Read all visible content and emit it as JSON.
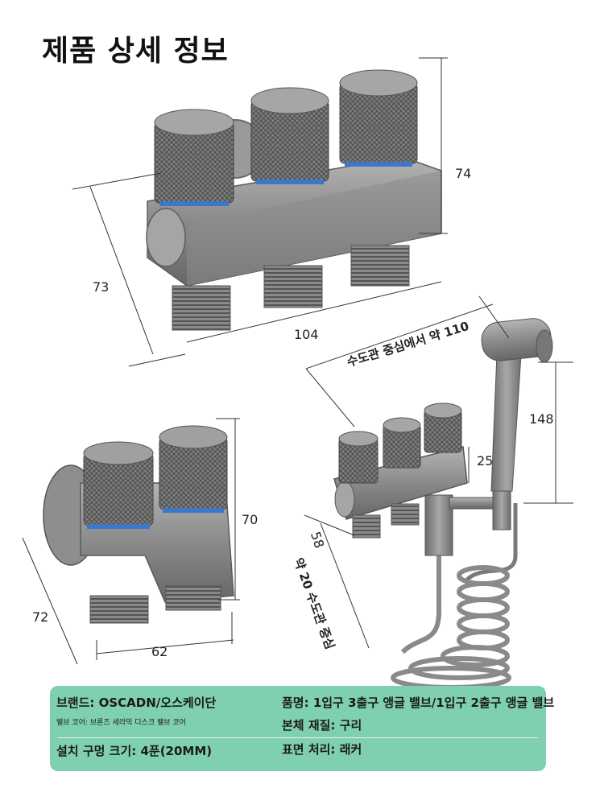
{
  "title": "제품 상세 정보",
  "dimensions": {
    "top_valve": {
      "height": "74",
      "depth": "73",
      "width": "104"
    },
    "double_valve": {
      "height": "70",
      "depth": "72",
      "width": "62"
    },
    "sprayer_set": {
      "spray_height": "148",
      "block_height": "25",
      "depth": "58",
      "distance_center": "수도관 중심에서 약 110",
      "offset_center": "약 20 수도관 중심"
    }
  },
  "specs": {
    "brand": "브랜드: OSCADN/오스케이단",
    "product": "품명: 1입구 3출구 앵글 밸브/1입구 2출구 앵글 밸브",
    "valve_core": "밸브 코어: 브론즈 세라믹 디스크 밸브 코어",
    "material": "본체 재질: 구리",
    "hole_size": "설치 구멍 크기: 4푼(20MM)",
    "finish": "표면 처리: 래커"
  },
  "colors": {
    "spec_bg": "#7fcfb1",
    "metal": "#8e8e8e",
    "metal_dark": "#555555",
    "ring": "#3c78c8"
  }
}
